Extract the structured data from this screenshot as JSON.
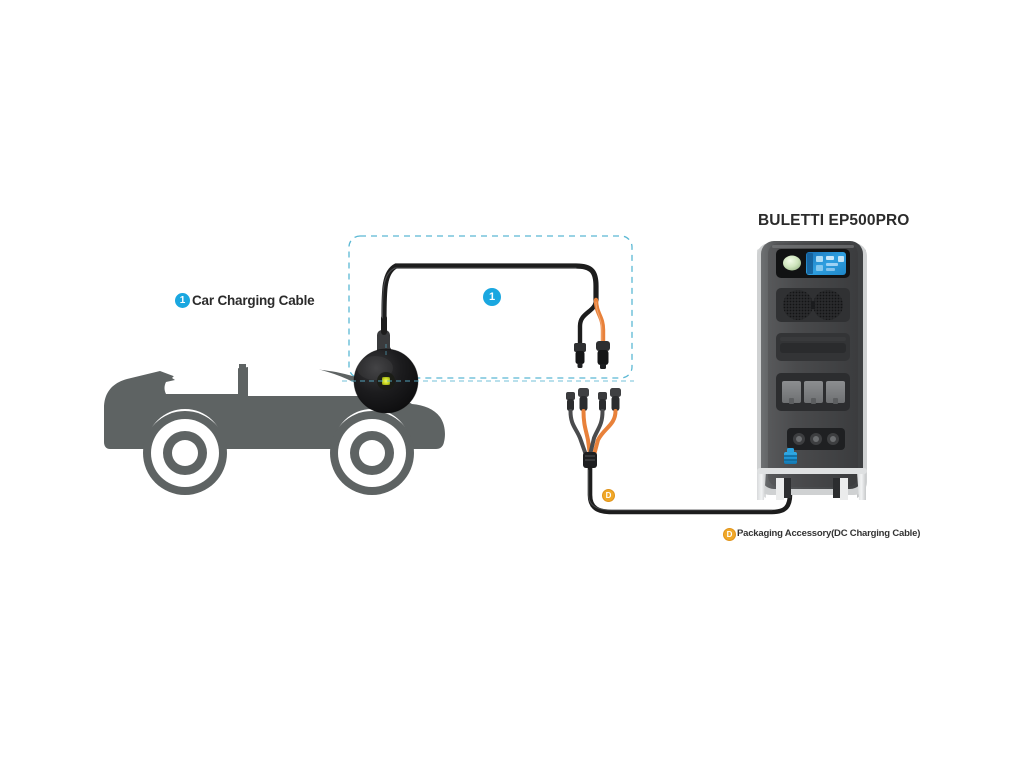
{
  "diagram": {
    "background_color": "#ffffff",
    "title": "BULETTI EP500PRO",
    "accent_blue": "#1aa7e0",
    "accent_orange": "#f0a828",
    "dashed_box_color": "#5bb8d4",
    "car_color": "#5e6363",
    "cable_black": "#1d1d1d",
    "cable_orange": "#e8813a"
  },
  "legend": {
    "item1": {
      "badge": "1",
      "label": "Car Charging Cable"
    },
    "item2": {
      "badge": "D",
      "label": "Packaging Accessory(DC Charging Cable)"
    }
  },
  "callouts": {
    "dashed_box_badge": "1",
    "dc_cable_badge": "D"
  },
  "device": {
    "name": "BULETTI EP500PRO",
    "display_screen": "lcd-blue",
    "power_button": "round-green",
    "fan_count": 2,
    "ac_outlet_count": 3,
    "dc_port_count": 3,
    "dc_connector_color": "#1f9ad6"
  },
  "car": {
    "type": "sedan-silhouette",
    "charge_port": "car-charging-puck",
    "puck_indicator_color": "#d9e021"
  },
  "cables": {
    "car_charging_cable": {
      "leads": [
        "black",
        "orange"
      ],
      "connector_type": "mc4"
    },
    "dc_charging_cable": {
      "connector_count": 4,
      "leads": [
        "dark-gray",
        "orange"
      ],
      "station_plug": "blue-dc-plug"
    }
  }
}
